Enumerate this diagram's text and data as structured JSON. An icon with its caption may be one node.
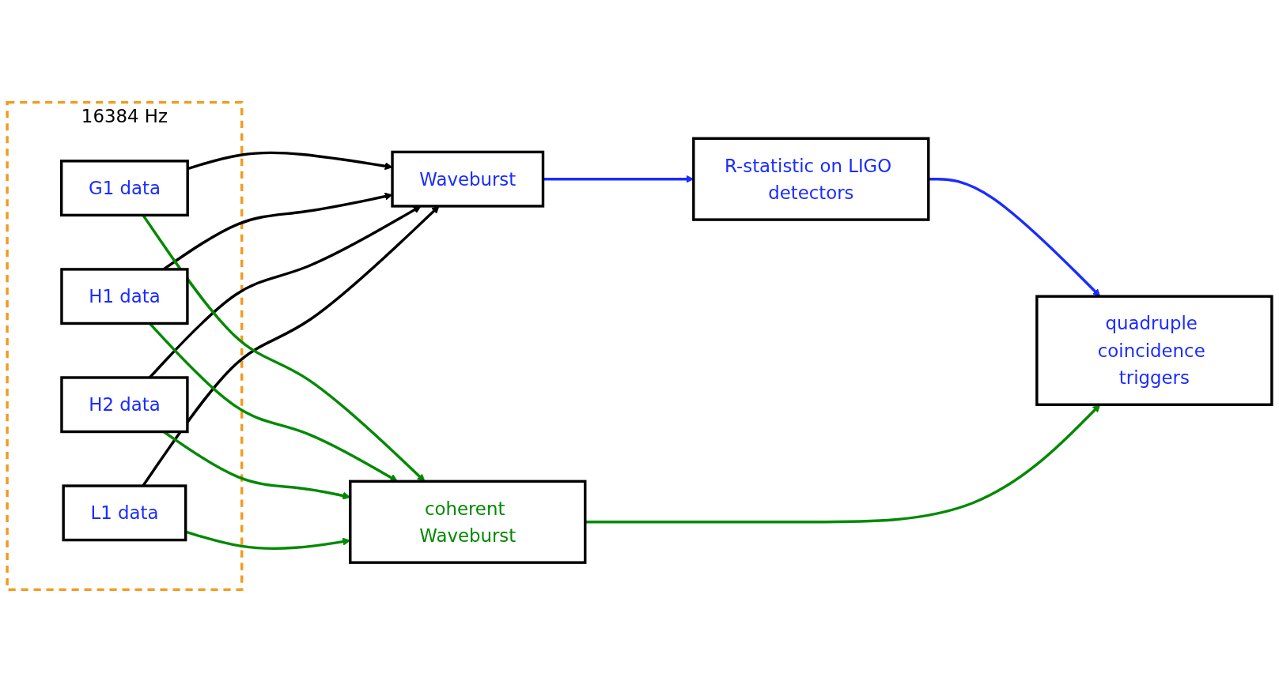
{
  "diagram": {
    "nodes": [
      {
        "text": [
          "16384 Hz"
        ]
      },
      {
        "text": [
          "G1 data"
        ],
        "in": 0
      },
      {
        "text": [
          "H1 data"
        ],
        "in": 0
      },
      {
        "text": [
          "H2 data"
        ],
        "in": 0
      },
      {
        "text": [
          "L1 data"
        ],
        "in": 0
      },
      {
        "text": [
          "Waveburst"
        ]
      },
      {
        "text": [
          "R-statistic on LIGO detectors"
        ]
      },
      {
        "text": [
          "quadruple coincidence triggers"
        ]
      },
      {
        "text": [
          "coherent Waveburst"
        ]
      }
    ],
    "edges": [
      {
        "from": 1,
        "to": 5,
        "arrow": "to",
        "color": "#000000"
      },
      {
        "from": 2,
        "to": 5,
        "arrow": "to",
        "color": "#000000"
      },
      {
        "from": 3,
        "to": 5,
        "arrow": "to",
        "color": "#000000"
      },
      {
        "from": 4,
        "to": 5,
        "arrow": "to",
        "color": "#000000"
      },
      {
        "from": 1,
        "to": 8,
        "arrow": "to",
        "color": "#008a00"
      },
      {
        "from": 2,
        "to": 8,
        "arrow": "to",
        "color": "#008a00"
      },
      {
        "from": 3,
        "to": 8,
        "arrow": "to",
        "color": "#008a00"
      },
      {
        "from": 4,
        "to": 8,
        "arrow": "to",
        "color": "#008a00"
      },
      {
        "from": 5,
        "to": 6,
        "arrow": "to",
        "color": "#1a2cff"
      },
      {
        "from": 6,
        "to": 7,
        "arrow": "to",
        "color": "#1a2cff"
      },
      {
        "from": 8,
        "to": 7,
        "arrow": "to",
        "color": "#008a00"
      }
    ]
  }
}
